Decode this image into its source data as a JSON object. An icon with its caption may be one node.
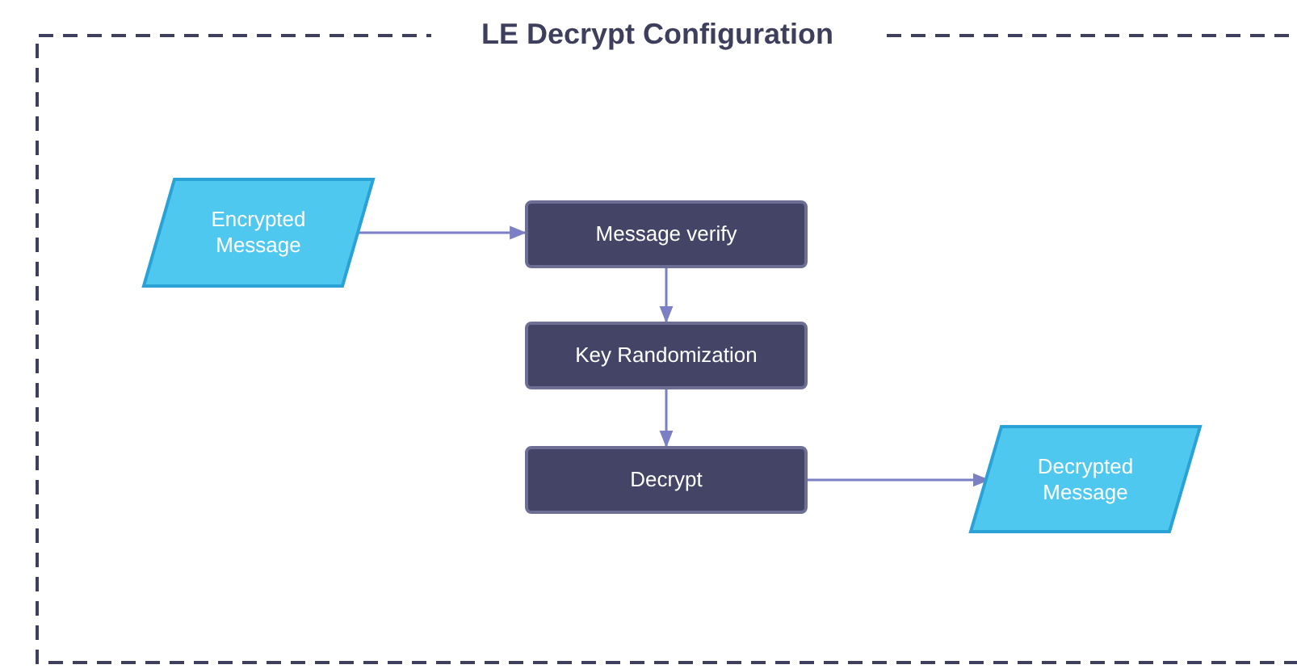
{
  "diagram": {
    "nodes": [
      {
        "text": [
          "LE Decrypt Configuration"
        ]
      },
      {
        "text": [
          "Encrypted Message"
        ],
        "in": 0
      },
      {
        "text": [
          "Message verify"
        ],
        "in": 0
      },
      {
        "text": [
          "Key Randomization"
        ],
        "in": 0
      },
      {
        "text": [
          "Decrypt"
        ],
        "in": 0
      },
      {
        "text": [
          "Decrypted Message"
        ],
        "in": 0
      }
    ],
    "edges": [
      {
        "from": 1,
        "to": 2,
        "arrow": "to"
      },
      {
        "from": 2,
        "to": 3,
        "arrow": "to"
      },
      {
        "from": 3,
        "to": 4,
        "arrow": "to"
      },
      {
        "from": 4,
        "to": 5,
        "arrow": "to"
      }
    ]
  }
}
